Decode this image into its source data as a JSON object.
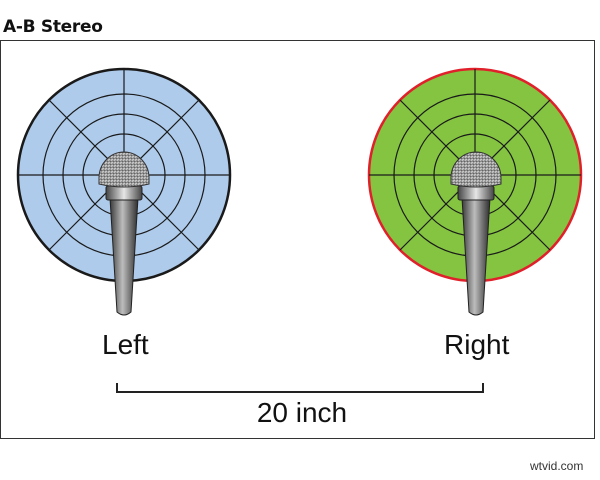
{
  "title": "A-B Stereo",
  "microphones": {
    "left": {
      "label": "Left",
      "pattern_color": "#aecbeb",
      "outline_color": "#1a1a1a"
    },
    "right": {
      "label": "Right",
      "pattern_color": "#84c441",
      "outline_color": "#e0202a"
    }
  },
  "distance_label": "20 inch",
  "watermark": "wtvid.com"
}
